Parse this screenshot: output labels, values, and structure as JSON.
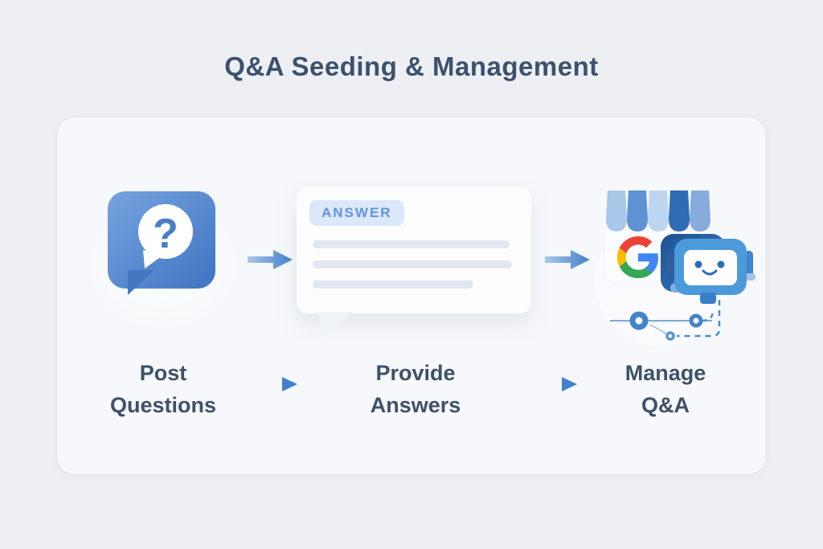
{
  "page": {
    "title": "Q&A Seeding & Management"
  },
  "answer_card": {
    "badge_label": "ANSWER"
  },
  "icons": {
    "question_glyph": "?"
  },
  "steps": [
    {
      "id": "post-questions",
      "icon": "question-bubble-icon",
      "lines": [
        "Post",
        "Questions"
      ]
    },
    {
      "id": "provide-answers",
      "icon": "answer-card-icon",
      "lines": [
        "Provide",
        "Answers"
      ]
    },
    {
      "id": "manage-qa",
      "icon": "google-business-chatbot-icon",
      "lines": [
        "Manage",
        "Q&A"
      ]
    }
  ],
  "colors": {
    "page_background": "#edeff3",
    "panel_background": "#f6f8fb",
    "heading_text": "#3b516e",
    "label_text": "#3e5168",
    "accent_blue": "#4687cf",
    "bubble_blue_light": "#76a4df",
    "bubble_blue_dark": "#3f74c1",
    "badge_background": "#dbe8fa",
    "badge_text": "#6094de",
    "skeleton_line": "#e2e6f0",
    "google_blue": "#4285F4",
    "google_red": "#EA4335",
    "google_yellow": "#FBBC05",
    "google_green": "#34A853"
  }
}
